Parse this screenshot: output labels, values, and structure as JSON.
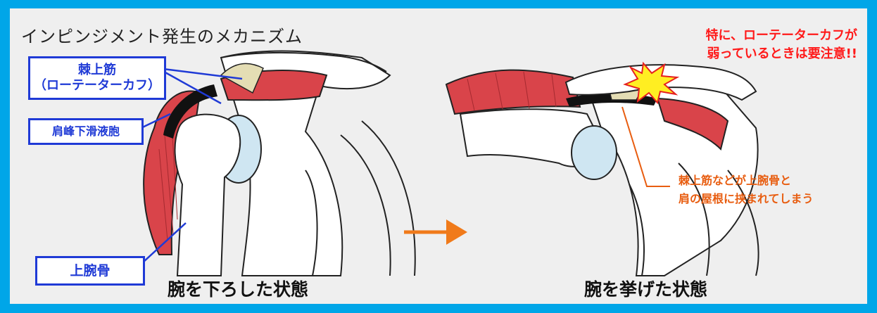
{
  "title": "インピンジメント発生のメカニズム",
  "labels": {
    "supraspinatus_line1": "棘上筋",
    "supraspinatus_line2": "（ローテーターカフ）",
    "bursa": "肩峰下滑液胞",
    "humerus": "上腕骨"
  },
  "captions": {
    "arm_down": "腕を下ろした状態",
    "arm_up": "腕を挙げた状態"
  },
  "warning": {
    "line1": "特に、ローテーターカフが",
    "line2": "弱っているときは要注意!!"
  },
  "annotation": {
    "line1": "棘上筋などが上腕骨と",
    "line2": "肩の屋根に挟まれてしまう"
  },
  "colors": {
    "background_border": "#00a6e8",
    "panel": "#efefef",
    "label_blue": "#1f3ad6",
    "warning_red": "#ff1a1a",
    "annotation_orange": "#e85d10",
    "arrow_orange": "#f07a1a",
    "muscle_red": "#d9444a",
    "cartilage_blue": "#cfe6f2",
    "tendon_beige": "#e4ddb4"
  }
}
